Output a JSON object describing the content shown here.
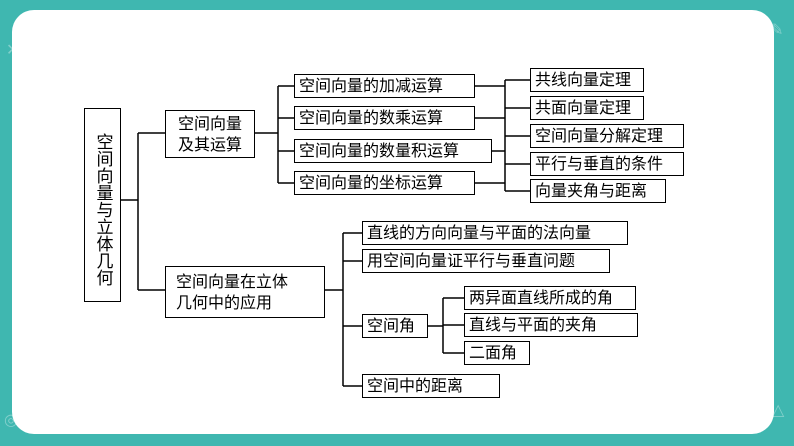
{
  "root": "空间向量与立体几何",
  "branch1": {
    "title_line1": "空间向量",
    "title_line2": "及其运算",
    "ops": [
      "空间向量的加减运算",
      "空间向量的数乘运算",
      "空间向量的数量积运算",
      "空间向量的坐标运算"
    ],
    "theorems": [
      "共线向量定理",
      "共面向量定理",
      "空间向量分解定理",
      "平行与垂直的条件",
      "向量夹角与距离"
    ]
  },
  "branch2": {
    "title_line1": "空间向量在立体",
    "title_line2": "几何中的应用",
    "items": [
      "直线的方向向量与平面的法向量",
      "用空间向量证平行与垂直问题"
    ],
    "angle": "空间角",
    "angles": [
      "两异面直线所成的角",
      "直线与平面的夹角",
      "二面角"
    ],
    "distance": "空间中的距离"
  },
  "colors": {
    "background": "#3fb7b0",
    "card": "#ffffff",
    "border": "#000000"
  }
}
